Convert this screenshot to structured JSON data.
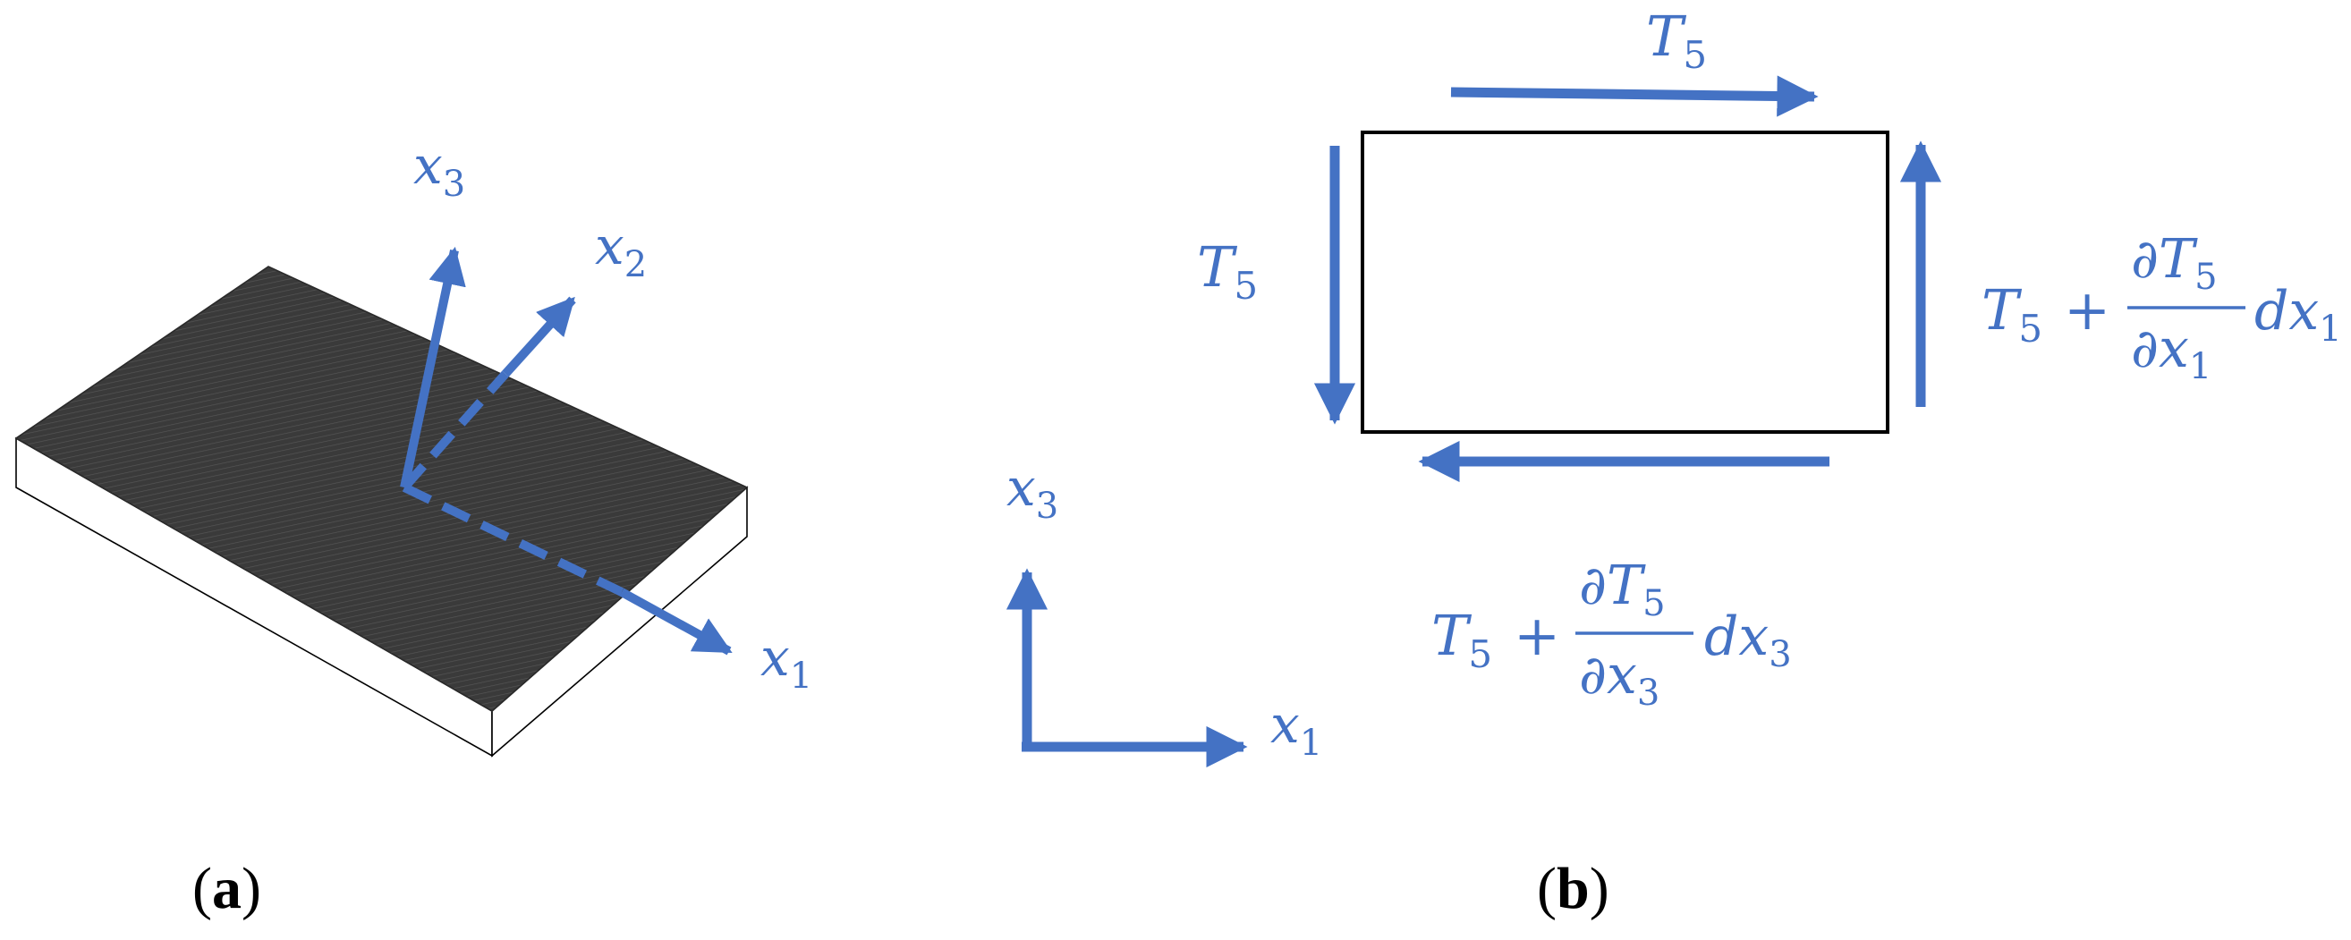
{
  "colors": {
    "accent": "#4472C4",
    "plate_top": "#3a3a3a",
    "plate_side": "#ffffff",
    "outline": "#000000",
    "background": "#ffffff"
  },
  "panel_a": {
    "caption_open": "(",
    "caption_letter": "a",
    "caption_close": ")",
    "axes": {
      "x1": {
        "base": "x",
        "sub": "1"
      },
      "x2": {
        "base": "x",
        "sub": "2"
      },
      "x3": {
        "base": "x",
        "sub": "3"
      }
    }
  },
  "panel_b": {
    "caption_open": "(",
    "caption_letter": "b",
    "caption_close": ")",
    "coord_axes": {
      "x1": {
        "base": "x",
        "sub": "1"
      },
      "x3": {
        "base": "x",
        "sub": "3"
      }
    },
    "labels": {
      "top": {
        "base": "T",
        "sub": "5"
      },
      "left": {
        "base": "T",
        "sub": "5"
      },
      "right": {
        "lead_base": "T",
        "lead_sub": "5",
        "plus": "+",
        "num_partial": "∂",
        "num_base": "T",
        "num_sub": "5",
        "den_partial": "∂",
        "den_base": "x",
        "den_sub": "1",
        "tail_d": "d",
        "tail_base": "x",
        "tail_sub": "1"
      },
      "bottom": {
        "lead_base": "T",
        "lead_sub": "5",
        "plus": "+",
        "num_partial": "∂",
        "num_base": "T",
        "num_sub": "5",
        "den_partial": "∂",
        "den_base": "x",
        "den_sub": "3",
        "tail_d": "d",
        "tail_base": "x",
        "tail_sub": "3"
      }
    }
  }
}
